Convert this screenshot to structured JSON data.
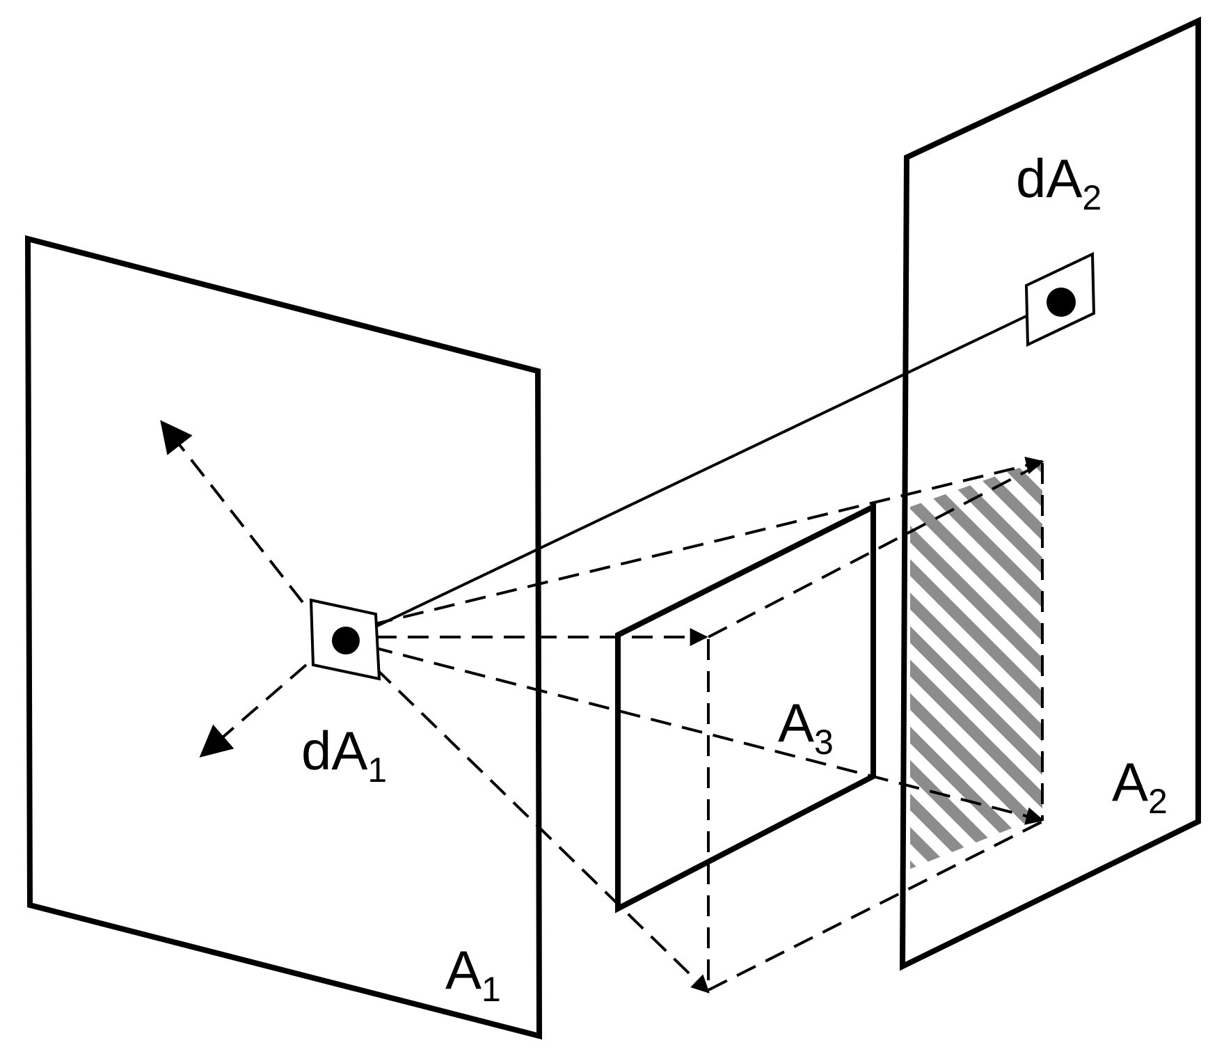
{
  "labels": {
    "a1": {
      "main": "A",
      "sub": "1"
    },
    "a2": {
      "main": "A",
      "sub": "2"
    },
    "a3": {
      "main": "A",
      "sub": "3"
    },
    "da1": {
      "main": "dA",
      "sub": "1"
    },
    "da2": {
      "main": "dA",
      "sub": "2"
    }
  },
  "colors": {
    "line": "#000000",
    "hatch": "#8c8c8c",
    "background": "#ffffff"
  }
}
